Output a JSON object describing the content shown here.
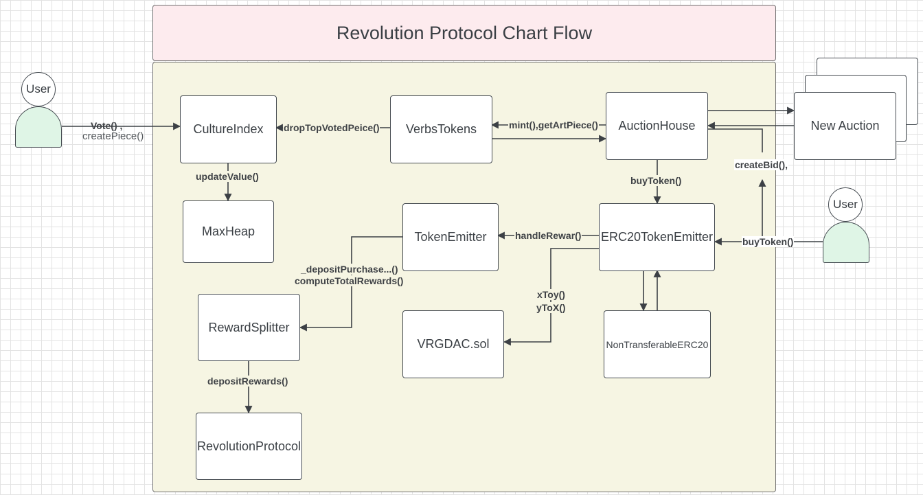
{
  "title": "Revolution Protocol Chart Flow",
  "users": [
    {
      "label": "User"
    },
    {
      "label": "User"
    }
  ],
  "nodes": {
    "culture_index": "CultureIndex",
    "verbs_tokens": "VerbsTokens",
    "auction_house": "AuctionHouse",
    "new_auction": "New Auction",
    "max_heap": "MaxHeap",
    "token_emitter": "TokenEmitter",
    "erc20_token_emitter": "ERC20TokenEmitter",
    "reward_splitter": "RewardSplitter",
    "vrgdac": "VRGDAC.sol",
    "non_transferable": "NonTransferableERC20",
    "revolution_protocol": "RevolutionProtocol"
  },
  "edge_labels": {
    "vote": "Vote() ,",
    "create_piece": "createPiece()",
    "drop_top_voted": "dropTopVotedPeice()",
    "mint_get_art": "mint(),getArtPiece()",
    "update_value": "updateValue()",
    "buy_token_auction": "buyToken()",
    "create_bid": "createBid(),",
    "handle_reward": "handleRewar()",
    "buy_token_user": "buyToken()",
    "deposit_purchase": "_depositPurchase...()",
    "compute_total_rewards": "computeTotalRewards()",
    "x_to_y": "xToy()",
    "y_to_x": "yToX()",
    "deposit_rewards": "depositRewards()"
  },
  "colors": {
    "title_bg": "#fdebee",
    "container_bg": "#f6f5e3",
    "user_body": "#dff5e6",
    "stroke": "#3c4045"
  }
}
